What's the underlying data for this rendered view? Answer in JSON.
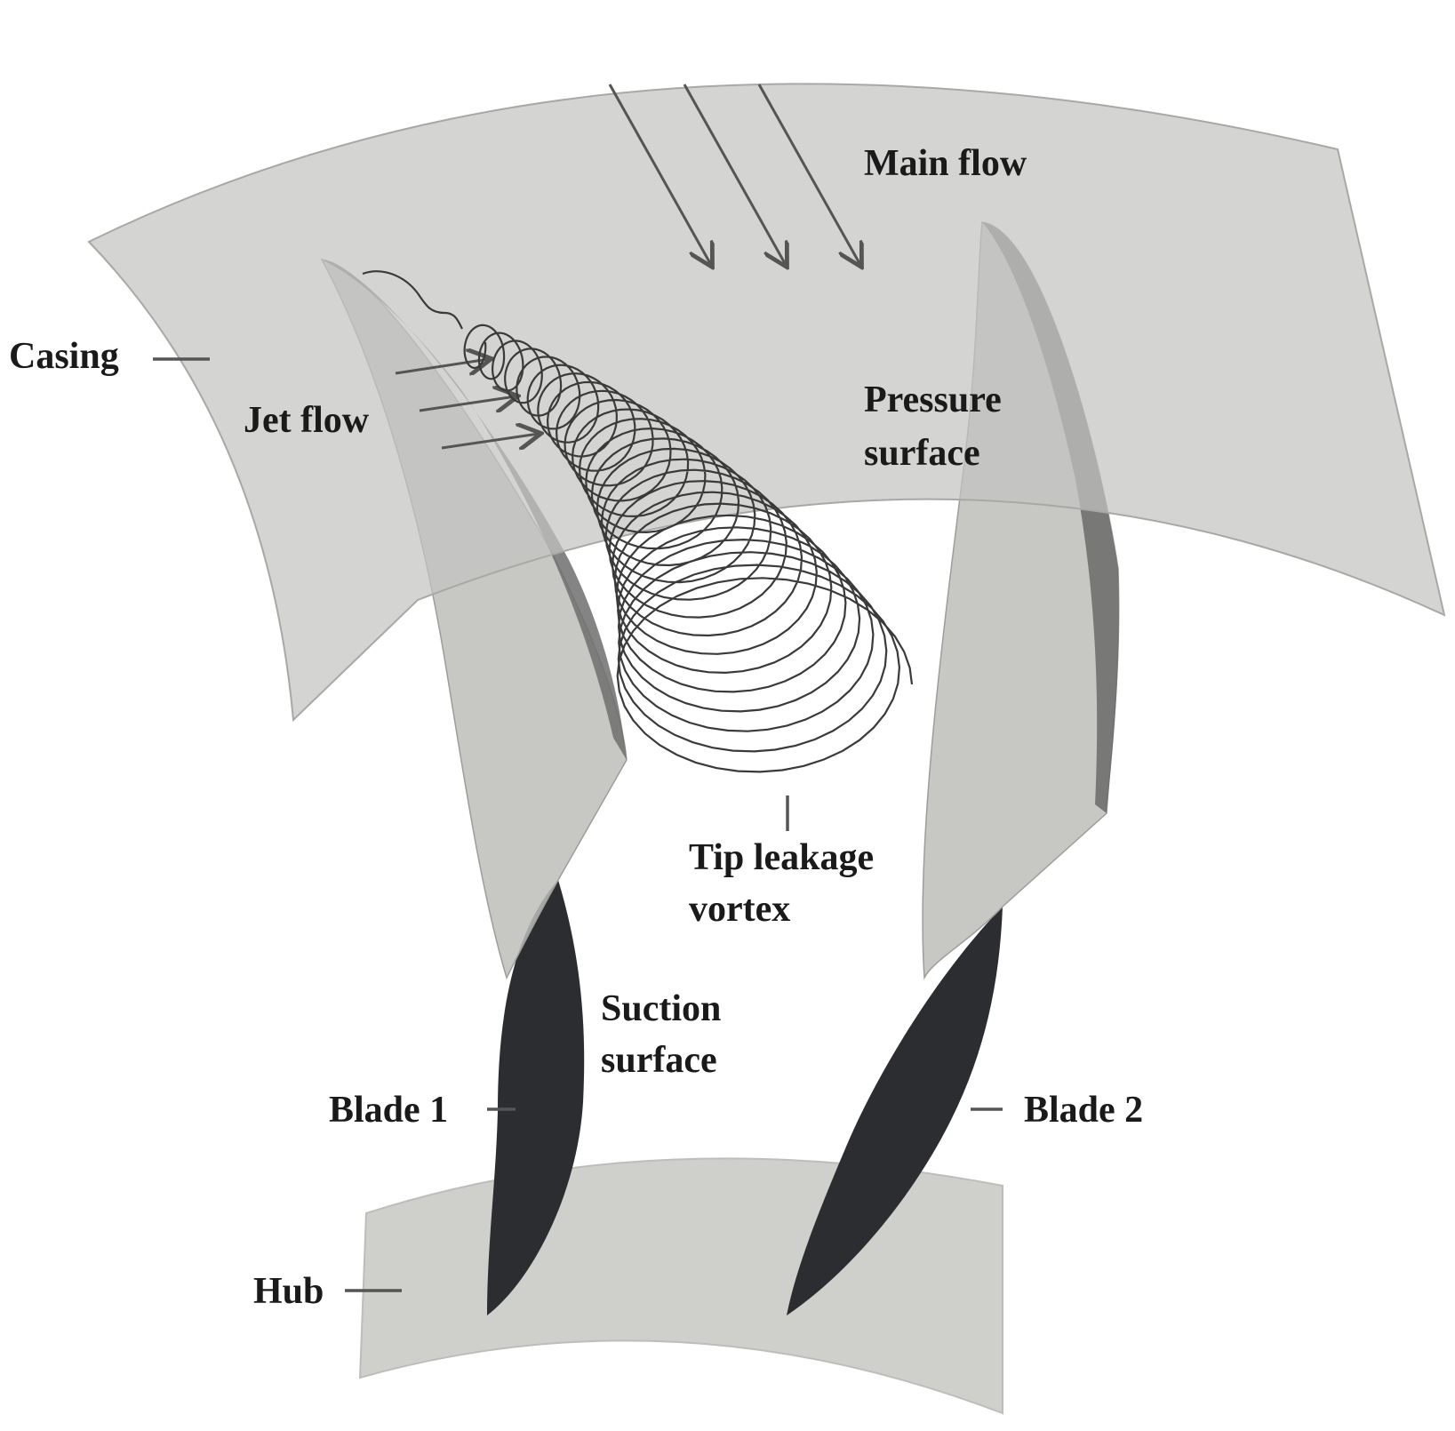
{
  "labels": {
    "main_flow": "Main flow",
    "casing": "Casing",
    "jet_flow": "Jet flow",
    "pressure_surface_1": "Pressure",
    "pressure_surface_2": "surface",
    "tip_leakage_1": "Tip leakage",
    "tip_leakage_2": "vortex",
    "suction_surface_1": "Suction",
    "suction_surface_2": "surface",
    "blade_1": "Blade 1",
    "blade_2": "Blade 2",
    "hub": "Hub"
  },
  "colors": {
    "casing": "#c9c9c6",
    "hub": "#cfcfcc",
    "blade_dark": "#2b2d30",
    "blade_mid": "#7a7a7a",
    "arrow": "#555555",
    "vortex": "#3a3a3a",
    "text": "#1a1a1a"
  }
}
